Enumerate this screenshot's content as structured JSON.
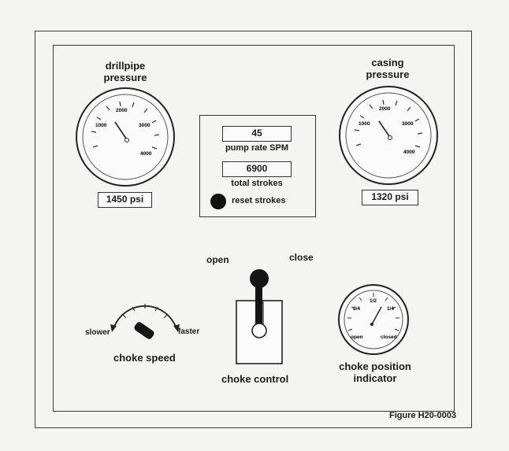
{
  "drillpipe_gauge": {
    "title_line1": "drillpipe",
    "title_line2": "pressure",
    "scale_labels": [
      "1000",
      "2000",
      "3000",
      "4000"
    ],
    "readout": "1450 psi"
  },
  "casing_gauge": {
    "title_line1": "casing",
    "title_line2": "pressure",
    "scale_labels": [
      "1000",
      "2000",
      "3000",
      "4000"
    ],
    "readout": "1320 psi"
  },
  "pump_panel": {
    "pump_rate_value": "45",
    "pump_rate_label": "pump rate SPM",
    "total_strokes_value": "6900",
    "total_strokes_label": "total strokes",
    "reset_label": "reset strokes"
  },
  "choke_speed": {
    "slower_label": "slower",
    "faster_label": "faster",
    "title": "choke speed"
  },
  "choke_control": {
    "open_label": "open",
    "close_label": "close",
    "title": "choke control"
  },
  "choke_position": {
    "scale_labels": [
      "3/4",
      "1/2",
      "1/4"
    ],
    "open_label": "open",
    "closed_label": "closed",
    "title_line1": "choke position",
    "title_line2": "indicator"
  },
  "figure_caption": "Figure H20-0003",
  "colors": {
    "ink": "#1c1c1c",
    "paper": "#f4f4f2",
    "knob": "#111111"
  }
}
